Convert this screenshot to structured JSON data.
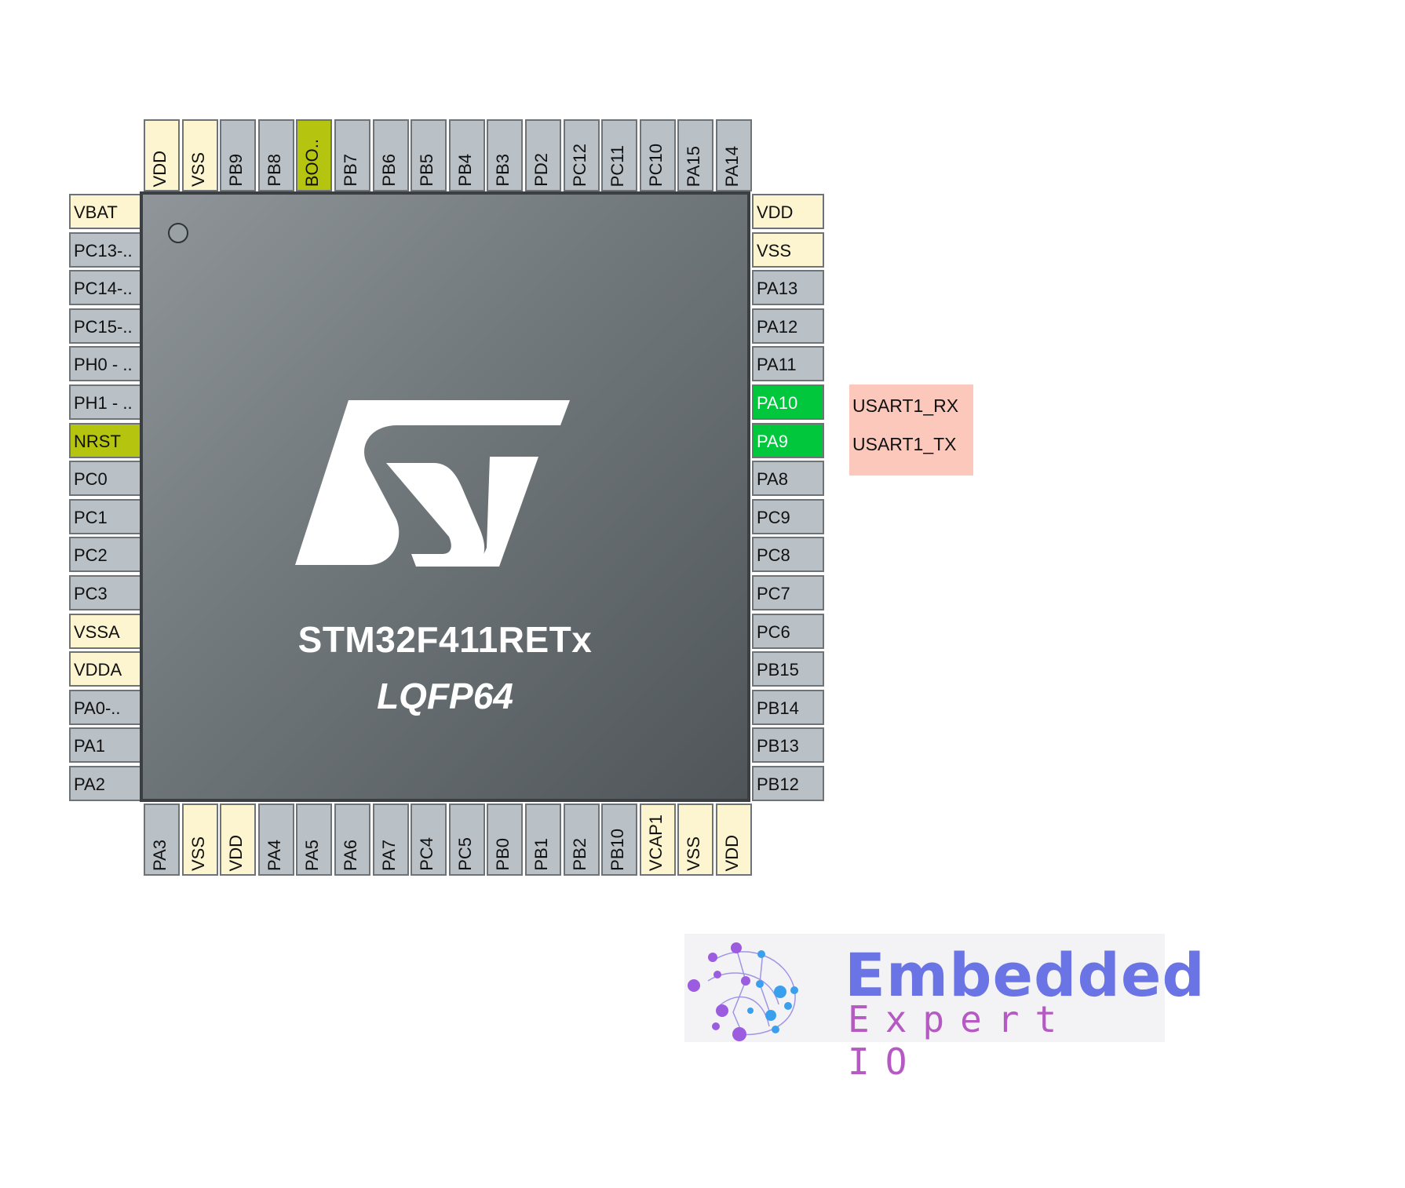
{
  "chip": {
    "name": "STM32F411RETx",
    "package": "LQFP64",
    "logo": "st-logo"
  },
  "colors": {
    "io_pin": "#b9c0c6",
    "power_pin": "#fcf5cf",
    "special_pin": "#b5c40e",
    "active_pin": "#00c73c",
    "signal_box": "#fbc8bb",
    "chip_body": "#70777b"
  },
  "pins": {
    "top": [
      {
        "label": "VDD",
        "type": "pwr"
      },
      {
        "label": "VSS",
        "type": "pwr"
      },
      {
        "label": "PB9",
        "type": "io"
      },
      {
        "label": "PB8",
        "type": "io"
      },
      {
        "label": "BOO..",
        "type": "special"
      },
      {
        "label": "PB7",
        "type": "io"
      },
      {
        "label": "PB6",
        "type": "io"
      },
      {
        "label": "PB5",
        "type": "io"
      },
      {
        "label": "PB4",
        "type": "io"
      },
      {
        "label": "PB3",
        "type": "io"
      },
      {
        "label": "PD2",
        "type": "io"
      },
      {
        "label": "PC12",
        "type": "io"
      },
      {
        "label": "PC11",
        "type": "io"
      },
      {
        "label": "PC10",
        "type": "io"
      },
      {
        "label": "PA15",
        "type": "io"
      },
      {
        "label": "PA14",
        "type": "io"
      }
    ],
    "left": [
      {
        "label": "VBAT",
        "type": "pwr"
      },
      {
        "label": "PC13-..",
        "type": "io"
      },
      {
        "label": "PC14-..",
        "type": "io"
      },
      {
        "label": "PC15-..",
        "type": "io"
      },
      {
        "label": "PH0 - ..",
        "type": "io"
      },
      {
        "label": "PH1 - ..",
        "type": "io"
      },
      {
        "label": "NRST",
        "type": "special"
      },
      {
        "label": "PC0",
        "type": "io"
      },
      {
        "label": "PC1",
        "type": "io"
      },
      {
        "label": "PC2",
        "type": "io"
      },
      {
        "label": "PC3",
        "type": "io"
      },
      {
        "label": "VSSA",
        "type": "pwr"
      },
      {
        "label": "VDDA",
        "type": "pwr"
      },
      {
        "label": "PA0-..",
        "type": "io"
      },
      {
        "label": "PA1",
        "type": "io"
      },
      {
        "label": "PA2",
        "type": "io"
      }
    ],
    "right": [
      {
        "label": "VDD",
        "type": "pwr"
      },
      {
        "label": "VSS",
        "type": "pwr"
      },
      {
        "label": "PA13",
        "type": "io"
      },
      {
        "label": "PA12",
        "type": "io"
      },
      {
        "label": "PA11",
        "type": "io"
      },
      {
        "label": "PA10",
        "type": "active"
      },
      {
        "label": "PA9",
        "type": "active"
      },
      {
        "label": "PA8",
        "type": "io"
      },
      {
        "label": "PC9",
        "type": "io"
      },
      {
        "label": "PC8",
        "type": "io"
      },
      {
        "label": "PC7",
        "type": "io"
      },
      {
        "label": "PC6",
        "type": "io"
      },
      {
        "label": "PB15",
        "type": "io"
      },
      {
        "label": "PB14",
        "type": "io"
      },
      {
        "label": "PB13",
        "type": "io"
      },
      {
        "label": "PB12",
        "type": "io"
      }
    ],
    "bottom": [
      {
        "label": "PA3",
        "type": "io"
      },
      {
        "label": "VSS",
        "type": "pwr"
      },
      {
        "label": "VDD",
        "type": "pwr"
      },
      {
        "label": "PA4",
        "type": "io"
      },
      {
        "label": "PA5",
        "type": "io"
      },
      {
        "label": "PA6",
        "type": "io"
      },
      {
        "label": "PA7",
        "type": "io"
      },
      {
        "label": "PC4",
        "type": "io"
      },
      {
        "label": "PC5",
        "type": "io"
      },
      {
        "label": "PB0",
        "type": "io"
      },
      {
        "label": "PB1",
        "type": "io"
      },
      {
        "label": "PB2",
        "type": "io"
      },
      {
        "label": "PB10",
        "type": "io"
      },
      {
        "label": "VCAP1",
        "type": "pwr"
      },
      {
        "label": "VSS",
        "type": "pwr"
      },
      {
        "label": "VDD",
        "type": "pwr"
      }
    ]
  },
  "signals": [
    {
      "pin": "PA10",
      "label": "USART1_RX"
    },
    {
      "pin": "PA9",
      "label": "USART1_TX"
    }
  ],
  "brand": {
    "title": "Embedded",
    "subtitle": "Expert IO",
    "icon": "network-globe-icon"
  }
}
